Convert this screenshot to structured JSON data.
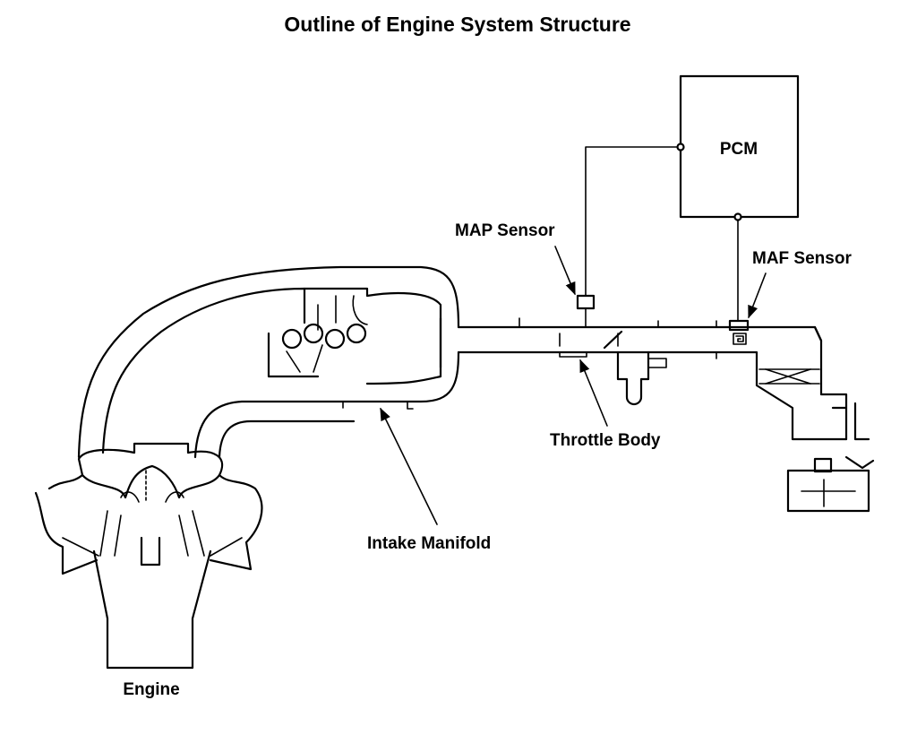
{
  "title": "Outline of Engine System Structure",
  "labels": {
    "pcm": "PCM",
    "map_sensor": "MAP Sensor",
    "maf_sensor": "MAF Sensor",
    "throttle_body": "Throttle Body",
    "intake_manifold": "Intake Manifold",
    "engine": "Engine"
  }
}
